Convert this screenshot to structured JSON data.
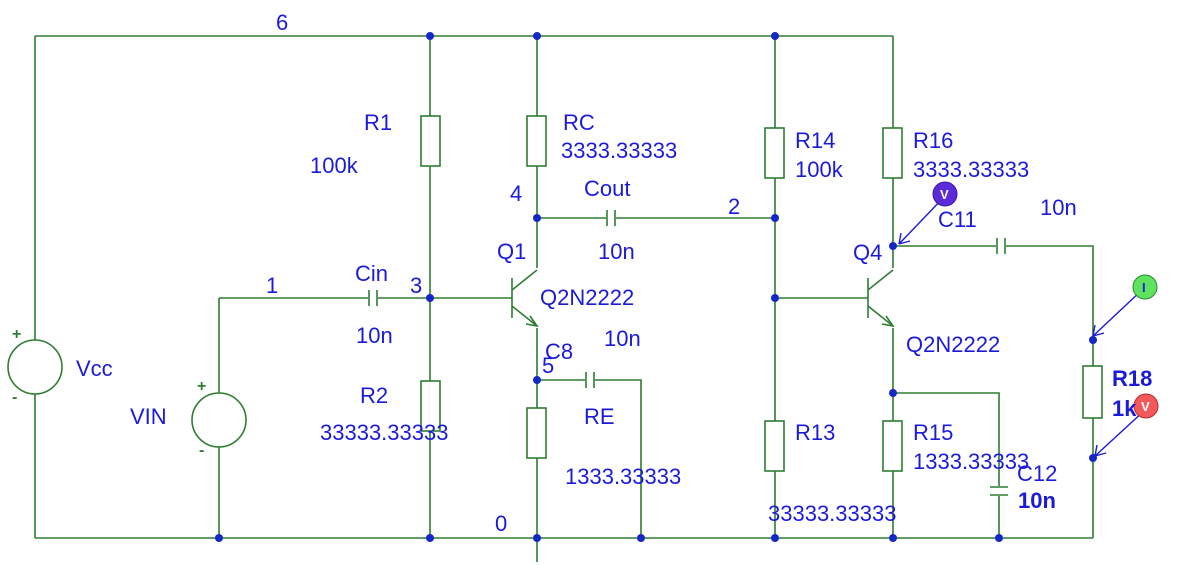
{
  "diagram": {
    "colors": {
      "wire": "#2e7d32",
      "text": "#1a1adb",
      "node": "#1428c8",
      "probe_voltage_1": "#5b2bd9",
      "probe_current": "#5ee35e",
      "probe_voltage_2": "#f25a5a"
    },
    "nets": {
      "n6": "6",
      "n1": "1",
      "n3": "3",
      "n4": "4",
      "n2": "2",
      "n5": "5",
      "n0": "0"
    },
    "sources": {
      "vcc": {
        "name": "Vcc",
        "plus": "+",
        "minus": "-"
      },
      "vin": {
        "name": "VIN",
        "plus": "+",
        "minus": "-"
      }
    },
    "components": {
      "r1": {
        "name": "R1",
        "value": "100k"
      },
      "r2": {
        "name": "R2",
        "value": "33333.33333"
      },
      "rc": {
        "name": "RC",
        "value": "3333.33333"
      },
      "re": {
        "name": "RE",
        "value": "1333.33333"
      },
      "cin": {
        "name": "Cin",
        "value": "10n"
      },
      "cout": {
        "name": "Cout",
        "value": "10n"
      },
      "c8": {
        "name": "C8",
        "value": "10n"
      },
      "q1": {
        "name": "Q1",
        "model": "Q2N2222"
      },
      "r14": {
        "name": "R14",
        "value": "100k"
      },
      "r13": {
        "name": "R13",
        "value": "33333.33333"
      },
      "r16": {
        "name": "R16",
        "value": "3333.33333"
      },
      "r15": {
        "name": "R15",
        "value": "1333.33333"
      },
      "c11": {
        "name": "C11",
        "value": "10n"
      },
      "c12": {
        "name": "C12",
        "value": "10n"
      },
      "q4": {
        "name": "Q4",
        "model": "Q2N2222"
      },
      "r18": {
        "name": "R18",
        "value": "1k"
      }
    },
    "probes": {
      "v1": "V",
      "i": "I",
      "v2": "V"
    }
  }
}
